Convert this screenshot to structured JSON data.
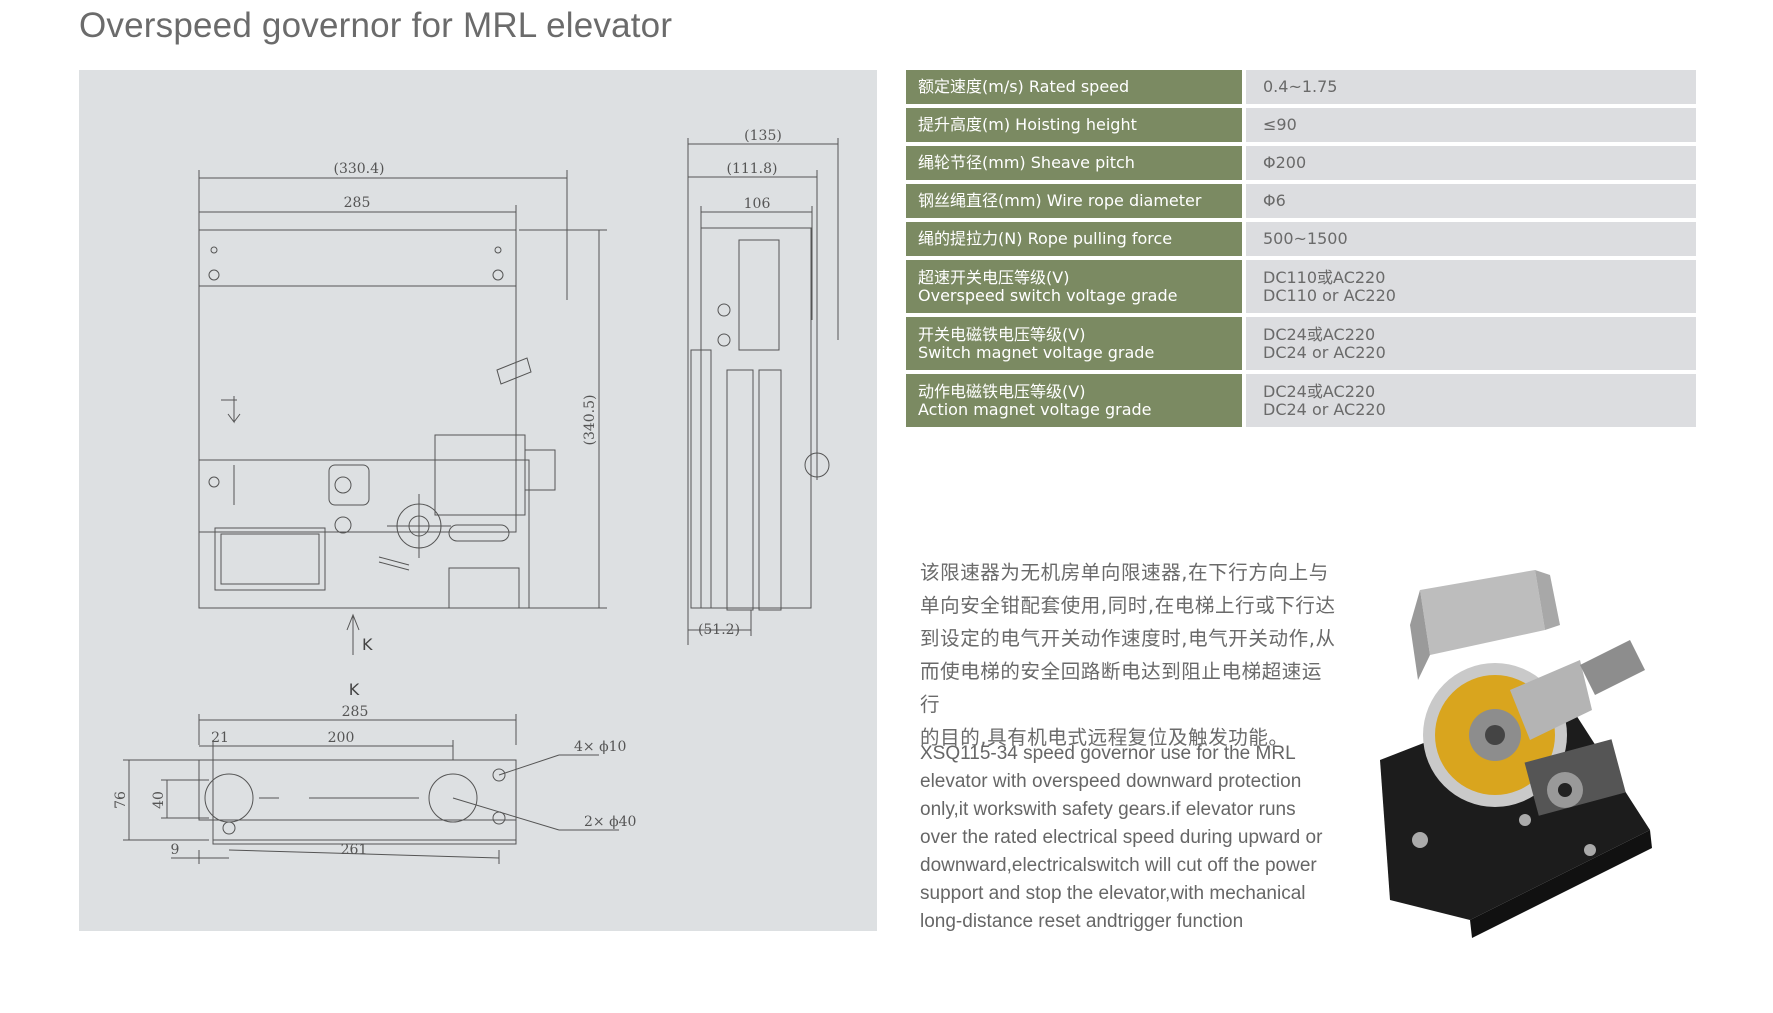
{
  "page": {
    "title": "Overspeed governor for MRL elevator"
  },
  "drawing": {
    "front_view": {
      "dim_total_width": "(330.4)",
      "dim_width": "285",
      "dim_height": "(340.5)",
      "view_arrow_label": "K"
    },
    "side_view": {
      "dim_total": "(135)",
      "dim_mid": "(111.8)",
      "dim_inner": "106",
      "dim_offset": "(51.2)"
    },
    "k_view": {
      "heading": "K",
      "dim_width": "285",
      "dim_edge": "21",
      "dim_pitch": "200",
      "dim_height": "76",
      "dim_slot": "40",
      "dim_small": "9",
      "dim_base": "261",
      "note_holes_small": "4× ϕ10",
      "note_holes_large": "2× ϕ40"
    }
  },
  "specs": [
    {
      "label_cn": "额定速度(m/s)",
      "label_en": "Rated speed",
      "value": "0.4~1.75",
      "tall": false
    },
    {
      "label_cn": "提升高度(m)",
      "label_en": "Hoisting height",
      "value": "≤90",
      "tall": false
    },
    {
      "label_cn": "绳轮节径(mm)",
      "label_en": "Sheave pitch",
      "value": "Φ200",
      "tall": false
    },
    {
      "label_cn": "钢丝绳直径(mm)",
      "label_en": "Wire rope diameter",
      "value": "Φ6",
      "tall": false
    },
    {
      "label_cn": "绳的提拉力(N)",
      "label_en": "Rope pulling force",
      "value": "500~1500",
      "tall": false
    },
    {
      "label_cn": "超速开关电压等级(V)",
      "label_en": "Overspeed switch voltage grade",
      "value": "DC110或AC220",
      "value_en": "DC110 or AC220",
      "tall": true
    },
    {
      "label_cn": "开关电磁铁电压等级(V)",
      "label_en": "Switch magnet voltage grade",
      "value": "DC24或AC220",
      "value_en": "DC24 or AC220",
      "tall": true
    },
    {
      "label_cn": "动作电磁铁电压等级(V)",
      "label_en": "Action magnet voltage grade",
      "value": "DC24或AC220",
      "value_en": "DC24 or AC220",
      "tall": true
    }
  ],
  "description": {
    "cn_lines": [
      "该限速器为无机房单向限速器,在下行方向上与",
      "单向安全钳配套使用,同时,在电梯上行或下行达",
      "到设定的电气开关动作速度时,电气开关动作,从",
      "而使电梯的安全回路断电达到阻止电梯超速运行",
      "的目的,具有机电式远程复位及触发功能。"
    ],
    "en_lines": [
      "XSQ115-34 speed governor use for the MRL",
      "elevator with overspeed downward protection",
      "only,it workswith safety gears.if elevator runs",
      "over the rated electrical speed during upward or",
      "downward,electricalswitch will cut off the power",
      "support and stop the elevator,with mechanical",
      "long-distance reset andtrigger function"
    ]
  },
  "colors": {
    "label_bg": "#7b8a62",
    "value_bg": "#dcdde0",
    "drawing_bg": "#dde0e2"
  }
}
